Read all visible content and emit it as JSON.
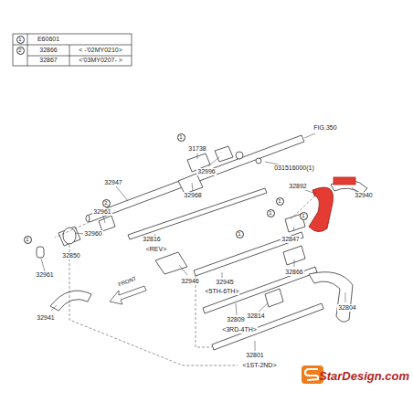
{
  "diagram": {
    "labels": [
      "1",
      "E60601",
      "2",
      "32866",
      "< -'02MY0210>",
      "32867",
      "<'03MY0207- >",
      "31738",
      "031516000(1)",
      "FIG.350",
      "32996",
      "32968",
      "32892",
      "32940",
      "32947",
      "32961",
      "32960",
      "32850",
      "32816",
      "<REV>",
      "32847",
      "32866",
      "32946",
      "32945",
      "<5TH-6TH>",
      "32961",
      "32814",
      "32809",
      "<3RD-4TH>",
      "32804",
      "32941",
      "32801",
      "<1ST-2ND>",
      "FRONT",
      "StarDesign.com",
      "1",
      "2",
      "1",
      "1",
      "1",
      "1",
      "1"
    ]
  }
}
